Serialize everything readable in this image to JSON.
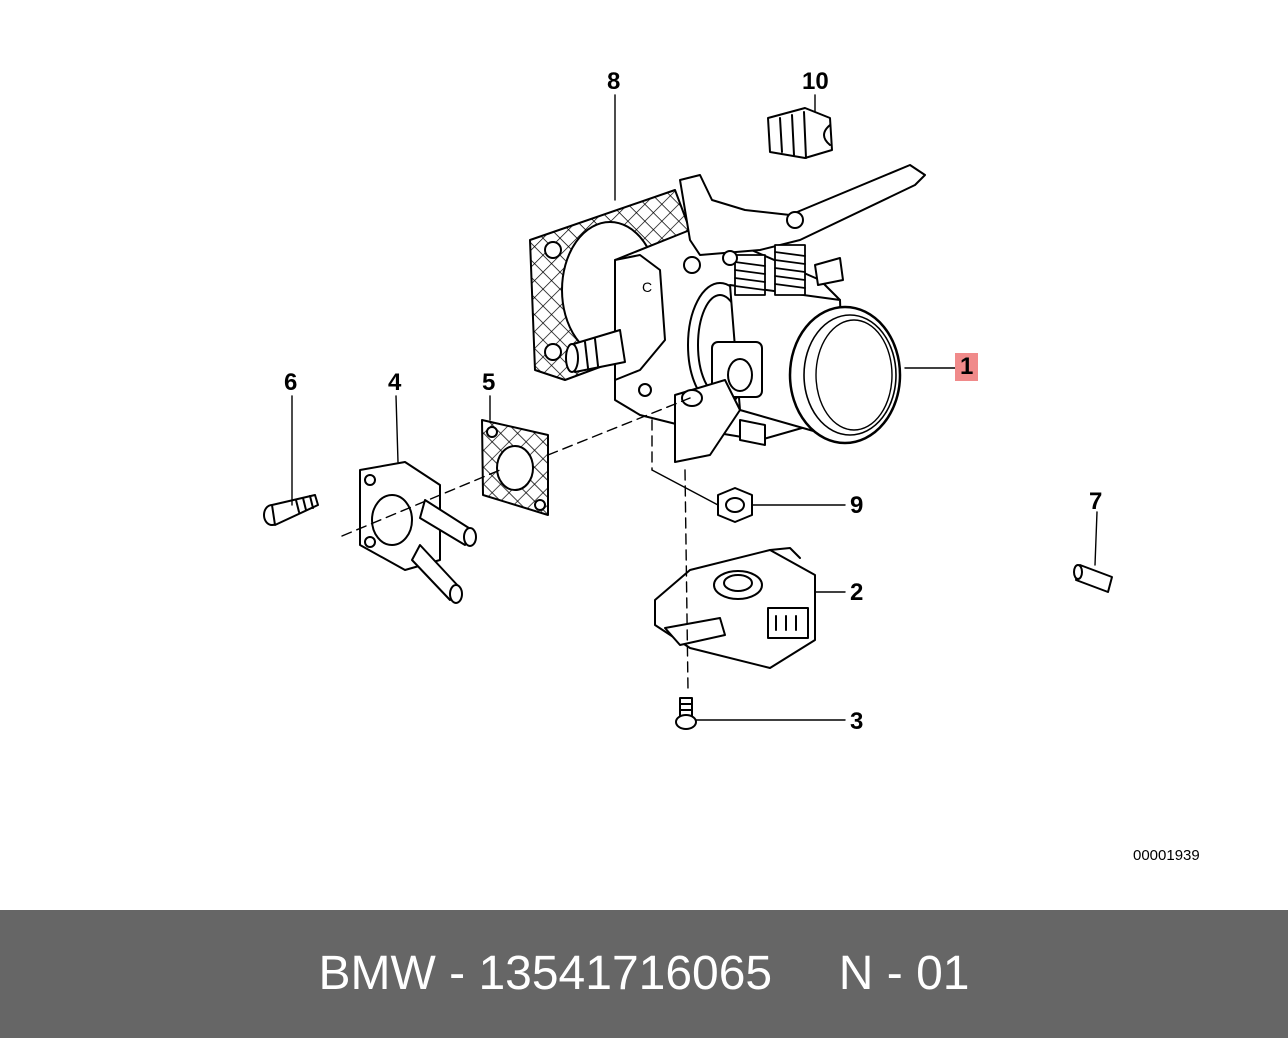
{
  "diagram": {
    "callouts": {
      "p1": "1",
      "p2": "2",
      "p3": "3",
      "p4": "4",
      "p5": "5",
      "p6": "6",
      "p7": "7",
      "p8": "8",
      "p9": "9",
      "p10": "10"
    },
    "highlighted_callout": "1",
    "highlight_color": "#f08a8a",
    "reference_number": "00001939"
  },
  "footer": {
    "text": "BMW - 13541716065     N - 01",
    "background": "#666666",
    "text_color": "#ffffff"
  }
}
